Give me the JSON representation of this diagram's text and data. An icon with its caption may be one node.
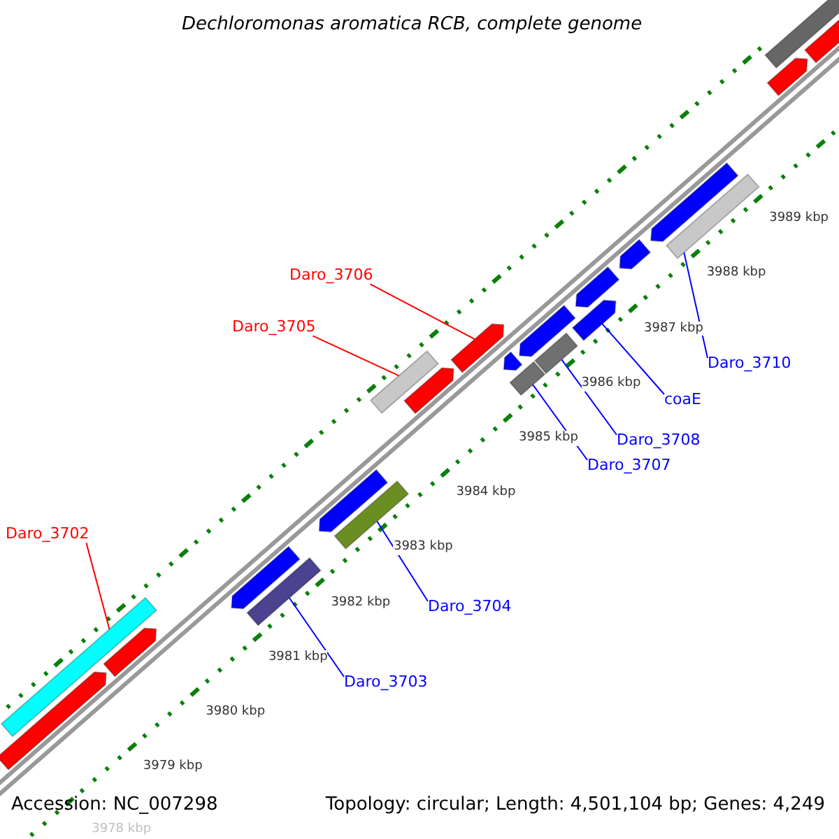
{
  "diagram": {
    "title": "Dechloromonas aromatica RCB, complete genome",
    "nodes": [
      {
        "text": [
          "Daro_3706"
        ]
      },
      {
        "text": [],
        "shape": "arrow"
      },
      {
        "text": [
          "Daro_3705"
        ]
      },
      {
        "text": [],
        "shape": "bar"
      },
      {
        "text": [
          "Daro_3710"
        ]
      },
      {
        "text": [],
        "shape": "bar"
      },
      {
        "text": [
          "coaE"
        ]
      },
      {
        "text": [],
        "shape": "arrow"
      },
      {
        "text": [
          "Daro_3708"
        ]
      },
      {
        "text": [],
        "shape": "bar"
      },
      {
        "text": [
          "Daro_3707"
        ]
      },
      {
        "text": [],
        "shape": "bar"
      },
      {
        "text": [
          "Daro_3702"
        ]
      },
      {
        "text": [],
        "shape": "bar"
      },
      {
        "text": [
          "Daro_3704"
        ]
      },
      {
        "text": [],
        "shape": "bar"
      },
      {
        "text": [
          "Daro_3703"
        ]
      },
      {
        "text": [],
        "shape": "bar"
      },
      {
        "text": [],
        "shape": "bar"
      },
      {
        "text": [],
        "shape": "arrow"
      },
      {
        "text": [],
        "shape": "arrow"
      },
      {
        "text": [],
        "shape": "arrow"
      },
      {
        "text": [],
        "shape": "arrow"
      },
      {
        "text": [],
        "shape": "arrow"
      },
      {
        "text": [],
        "shape": "arrow"
      },
      {
        "text": [],
        "shape": "arrow"
      },
      {
        "text": [],
        "shape": "arrow"
      },
      {
        "text": [],
        "shape": "arrow"
      },
      {
        "text": [],
        "shape": "arrow"
      },
      {
        "text": [],
        "shape": "arrow"
      },
      {
        "text": [],
        "shape": "arrow"
      },
      {
        "text": [],
        "shape": "arrow"
      }
    ],
    "edges": [
      {
        "from": 0,
        "to": 1,
        "arrow": "none",
        "color": "#ff0000"
      },
      {
        "from": 2,
        "to": 3,
        "arrow": "none",
        "color": "#ff0000"
      },
      {
        "from": 4,
        "to": 5,
        "arrow": "none"
      },
      {
        "from": 6,
        "to": 7,
        "arrow": "none"
      },
      {
        "from": 8,
        "to": 9,
        "arrow": "none"
      },
      {
        "from": 10,
        "to": 11,
        "arrow": "none"
      },
      {
        "from": 12,
        "to": 13,
        "arrow": "none",
        "color": "#ff0000"
      },
      {
        "from": 14,
        "to": 15,
        "arrow": "none"
      },
      {
        "from": 16,
        "to": 17,
        "arrow": "none"
      }
    ],
    "labels": [
      "3989 kbp",
      "3988 kbp",
      "3987 kbp",
      "3986 kbp",
      "3985 kbp",
      "3984 kbp",
      "3983 kbp",
      "3982 kbp",
      "3981 kbp",
      "3980 kbp",
      "3979 kbp",
      "3978 kbp",
      "Accession: NC_007298",
      "Topology: circular; Length: 4,501,104 bp; Genes: 4,249"
    ]
  }
}
